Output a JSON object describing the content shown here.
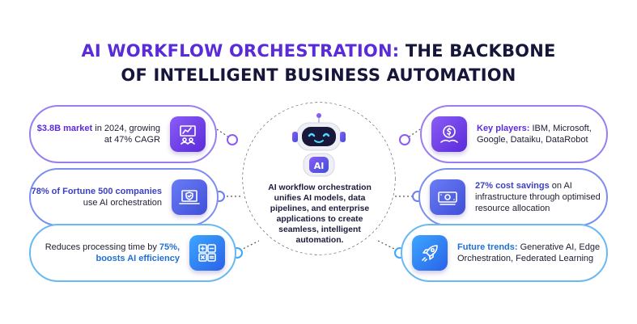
{
  "title": {
    "accent": "AI WORKFLOW ORCHESTRATION:",
    "line1_rest": " THE BACKBONE",
    "line2": "OF INTELLIGENT BUSINESS AUTOMATION"
  },
  "center": {
    "robot_badge": "AI",
    "description": "AI workflow orchestration unifies AI models, data pipelines, and enterprise applications to create seamless, intelligent automation."
  },
  "left_cards": [
    {
      "pre": "",
      "bold": "$3.8B market",
      "post": " in 2024, growing at 47% CAGR",
      "icon": "presentation-chart-icon"
    },
    {
      "pre": "",
      "bold": "78% of Fortune 500 companies",
      "post": " use AI orchestration",
      "icon": "laptop-shield-icon"
    },
    {
      "pre": "Reduces processing time by ",
      "bold": "75%, boosts AI efficiency",
      "post": "",
      "icon": "calculator-icon"
    }
  ],
  "right_cards": [
    {
      "bold": "Key players:",
      "post": " IBM, Microsoft, Google, Dataiku, DataRobot",
      "icon": "dollar-coin-hand-icon"
    },
    {
      "bold": "27% cost savings",
      "post": " on AI infrastructure through optimised resource allocation",
      "icon": "money-bill-icon"
    },
    {
      "bold": "Future trends:",
      "post": " Generative AI, Edge Orchestration, Federated Learning",
      "icon": "rocket-icon"
    }
  ],
  "colors": {
    "title_accent": "#5a2bd9",
    "title_dark": "#16163a",
    "purple": "#5a2bd9",
    "indigo": "#3f4fd8",
    "blue": "#2a62e8",
    "connector_dots": "#444444"
  }
}
